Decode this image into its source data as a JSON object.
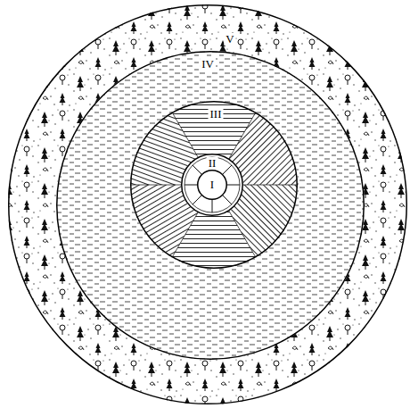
{
  "diagram": {
    "nodes": [
      {
        "text": [
          "V"
        ]
      },
      {
        "text": [
          "IV"
        ],
        "in": 0
      },
      {
        "text": [
          "III"
        ],
        "in": 1
      },
      {
        "text": [
          "II"
        ],
        "in": 2
      },
      {
        "text": [
          "I"
        ],
        "in": 3
      }
    ]
  }
}
